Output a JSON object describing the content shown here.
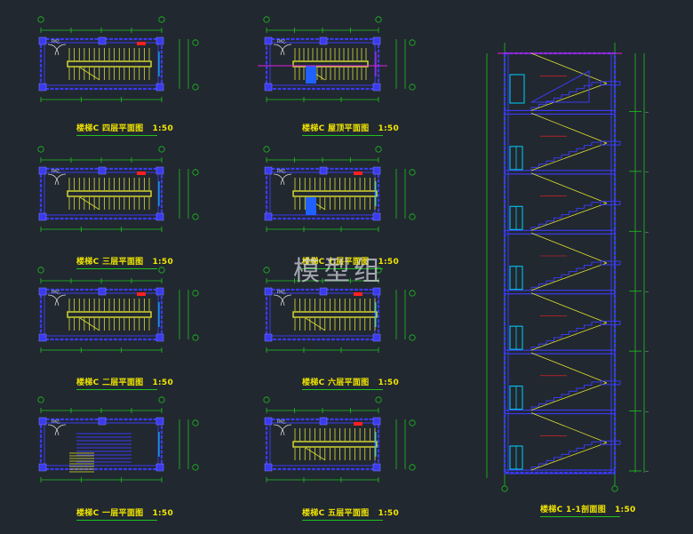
{
  "drawing": {
    "plans": [
      {
        "id": "plan-4f",
        "title": "楼梯C 四层平面图",
        "scale": "1:50"
      },
      {
        "id": "plan-roof",
        "title": "楼梯C 屋顶平面图",
        "scale": "1:50"
      },
      {
        "id": "plan-3f",
        "title": "楼梯C 三层平面图",
        "scale": "1:50"
      },
      {
        "id": "plan-7f",
        "title": "楼梯C 七层平面图",
        "scale": "1:50"
      },
      {
        "id": "plan-2f",
        "title": "楼梯C 二层平面图",
        "scale": "1:50"
      },
      {
        "id": "plan-6f",
        "title": "楼梯C 六层平面图",
        "scale": "1:50"
      },
      {
        "id": "plan-1f",
        "title": "楼梯C 一层平面图",
        "scale": "1:50"
      },
      {
        "id": "plan-5f",
        "title": "楼梯C 五层平面图",
        "scale": "1:50"
      }
    ],
    "section": {
      "title": "楼梯C 1-1剖面图",
      "scale": "1:50"
    },
    "door_tag": "FM乙",
    "watermark": "模型组"
  },
  "colors": {
    "background": "#212830",
    "wall": "#3a3af0",
    "stair": "#e0e030",
    "dimension": "#1ec21e",
    "annotation": "#e8e8e8",
    "accent": "#ff2020",
    "window": "#00d0ff",
    "magenta": "#e020e0",
    "caption": "#f2e600"
  }
}
